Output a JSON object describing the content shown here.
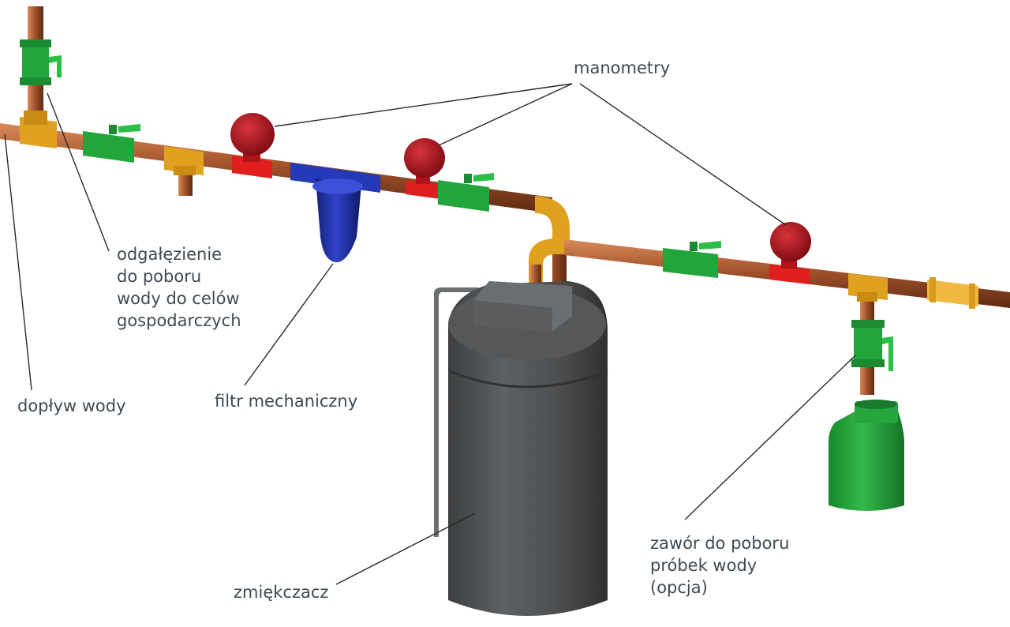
{
  "labels": {
    "manometry": "manometry",
    "odgalezienie": [
      "odgałęzienie",
      "do poboru",
      "wody do celów",
      "gospodarczych"
    ],
    "doplyw": "dopływ wody",
    "filtr": "filtr mechaniczny",
    "zmiekczacz": "zmiękczacz",
    "zawor": [
      "zawór do poboru",
      "próbek wody",
      "(opcja)"
    ]
  },
  "colors": {
    "pipe": "#9a4a22",
    "valve": "#22a53a",
    "fitting": "#e0a020",
    "manometer": "#b0121a",
    "manometer_base": "#e01e1e",
    "filter": "#1e2fa8",
    "softener": "#4b4d4f",
    "sample_bottle": "#1f9b35",
    "label_text": "#3f4a52",
    "leader": "#2a2a2a"
  }
}
